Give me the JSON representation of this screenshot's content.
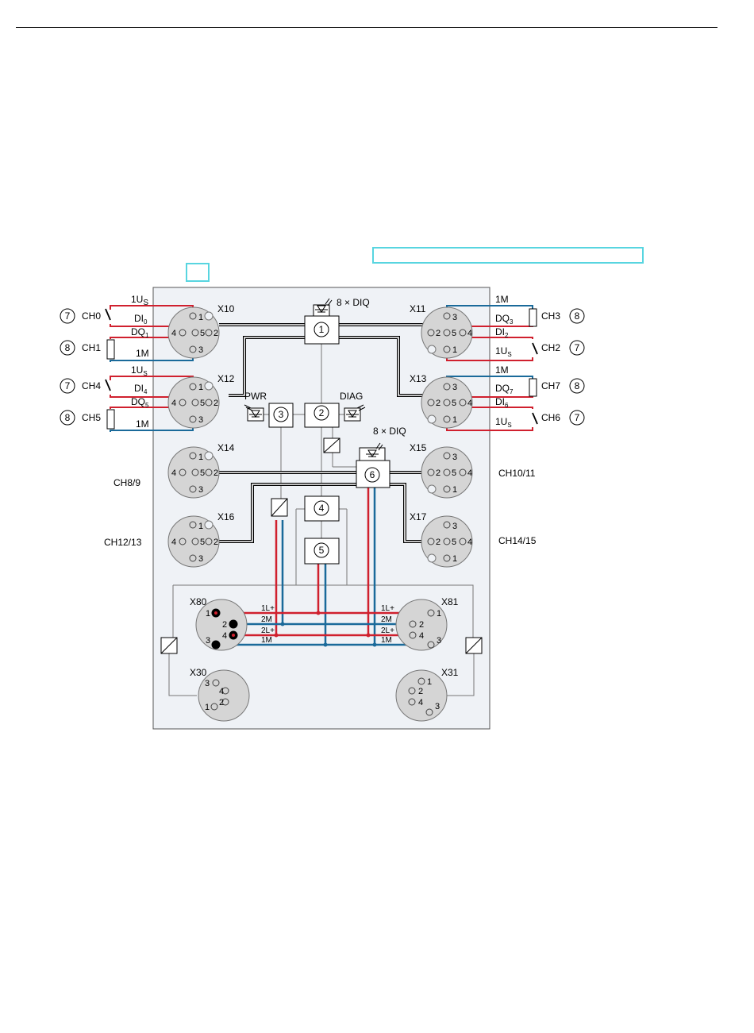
{
  "colors": {
    "red": "#d0202e",
    "blue": "#1a6a9a",
    "panel": "#eff2f6",
    "connector": "#d5d5d5",
    "highlight": "#58d5e0"
  },
  "labels": {
    "x10": "X10",
    "x11": "X11",
    "x12": "X12",
    "x13": "X13",
    "x14": "X14",
    "x15": "X15",
    "x16": "X16",
    "x17": "X17",
    "x80": "X80",
    "x81": "X81",
    "x30": "X30",
    "x31": "X31",
    "pwr": "PWR",
    "diag": "DIAG",
    "diq_top": "8 × DIQ",
    "diq_mid": "8 × DIQ",
    "ch0": "CH0",
    "ch1": "CH1",
    "ch2": "CH2",
    "ch3": "CH3",
    "ch4": "CH4",
    "ch5": "CH5",
    "ch6": "CH6",
    "ch7": "CH7",
    "ch8_9": "CH8/9",
    "ch10_11": "CH10/11",
    "ch12_13": "CH12/13",
    "ch14_15": "CH14/15",
    "us": "1U",
    "us_sub": "S",
    "m1": "1M",
    "di": "DI",
    "dq": "DQ",
    "sub0": "0",
    "sub1": "1",
    "sub2": "2",
    "sub3": "3",
    "sub4": "4",
    "sub5": "5",
    "sub6": "6",
    "sub7": "7",
    "l1p": "1L+",
    "m2": "2M",
    "l2p": "2L+",
    "n1": "1",
    "n2": "2",
    "n3": "3",
    "n4": "4",
    "n5": "5",
    "n6": "6",
    "n7": "7",
    "n8": "8"
  }
}
